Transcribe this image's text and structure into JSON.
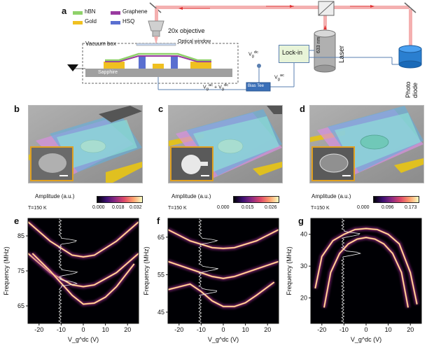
{
  "panel_labels": {
    "a": "a",
    "b": "b",
    "c": "c",
    "d": "d",
    "e": "e",
    "f": "f",
    "g": "g"
  },
  "schematic": {
    "legend": {
      "hbn": {
        "label": "hBN",
        "color": "#8fd16a"
      },
      "gold": {
        "label": "Gold",
        "color": "#f0c020"
      },
      "graphene": {
        "label": "Graphene",
        "color": "#9a3aa0"
      },
      "hsq": {
        "label": "HSQ",
        "color": "#5a6fd0"
      }
    },
    "objective": "20x objective",
    "vacuum_box": "Vacuum box",
    "optical_window": "Optical window",
    "sapphire": "Sapphire",
    "voltage_sum": "V",
    "lockin": "Lock-in",
    "laser": "Laser",
    "laser_wavelength": "633 nm",
    "photodiode": "Photo diode",
    "bias_tee": "Bias Tee",
    "vdc_label": "V",
    "vac_label": "V"
  },
  "colorbars": [
    {
      "title": "Amplitude (a.u.)",
      "ticks": [
        "0.000",
        "0.018",
        "0.032"
      ]
    },
    {
      "title": "Amplitude (a.u.)",
      "ticks": [
        "0.000",
        "0.015",
        "0.026"
      ]
    },
    {
      "title": "Amplitude (a.u.)",
      "ticks": [
        "0.000",
        "0.096",
        "0.173"
      ]
    }
  ],
  "temperature": "T=150 K",
  "chart_data": [
    {
      "type": "heatmap",
      "panel": "e",
      "xlabel": "V_g^dc (V)",
      "ylabel": "Frequency (MHz)",
      "xlim": [
        -25,
        25
      ],
      "ylim": [
        60,
        90
      ],
      "xticks": [
        "-20",
        "-10",
        "0",
        "10",
        "20"
      ],
      "yticks": [
        "65",
        "75",
        "85"
      ],
      "colorbar": [
        0.0,
        0.018,
        0.032
      ],
      "modes": [
        {
          "x": [
            -25,
            -15,
            -5,
            0,
            5,
            15,
            25
          ],
          "y": [
            89,
            83.5,
            79.5,
            79,
            79.5,
            83.5,
            89
          ]
        },
        {
          "x": [
            -25,
            -15,
            -5,
            0,
            5,
            15,
            25
          ],
          "y": [
            80,
            74.5,
            71,
            70.5,
            71,
            74.5,
            80
          ]
        },
        {
          "x": [
            -23,
            -15,
            -10,
            -5,
            0,
            5,
            10,
            15,
            23
          ],
          "y": [
            80,
            75,
            71.5,
            68,
            65.5,
            65.8,
            67.5,
            70.5,
            77
          ]
        }
      ]
    },
    {
      "type": "heatmap",
      "panel": "f",
      "xlabel": "V_g^dc (V)",
      "ylabel": "Frequency (MHz)",
      "xlim": [
        -25,
        25
      ],
      "ylim": [
        42,
        70
      ],
      "xticks": [
        "-20",
        "-10",
        "0",
        "10",
        "20"
      ],
      "yticks": [
        "45",
        "55",
        "65"
      ],
      "colorbar": [
        0.0,
        0.015,
        0.026
      ],
      "modes": [
        {
          "x": [
            -25,
            -15,
            -5,
            0,
            5,
            15,
            25
          ],
          "y": [
            67,
            64,
            62.2,
            62,
            62.2,
            64,
            67
          ]
        },
        {
          "x": [
            -25,
            -15,
            -5,
            0,
            5,
            15,
            25
          ],
          "y": [
            58.5,
            56.5,
            54.5,
            54,
            54.5,
            56.5,
            58.5
          ]
        },
        {
          "x": [
            -25,
            -15,
            -10,
            -5,
            0,
            5,
            10,
            15,
            23
          ],
          "y": [
            51,
            52.5,
            50.5,
            48,
            46.5,
            46.5,
            47.5,
            49.5,
            53
          ]
        }
      ]
    },
    {
      "type": "heatmap",
      "panel": "g",
      "xlabel": "V_g^dc (V)",
      "ylabel": "Frequency (MHz)",
      "xlim": [
        -25,
        25
      ],
      "ylim": [
        12,
        45
      ],
      "xticks": [
        "-20",
        "-10",
        "0",
        "10",
        "20"
      ],
      "yticks": [
        "20",
        "30",
        "40"
      ],
      "colorbar": [
        0.0,
        0.096,
        0.173
      ],
      "modes": [
        {
          "x": [
            -23,
            -20,
            -15,
            -10,
            -5,
            0,
            5,
            10,
            15,
            20,
            23
          ],
          "y": [
            23,
            33,
            38,
            40,
            41.5,
            41.8,
            41.5,
            40,
            37,
            28,
            18
          ]
        },
        {
          "x": [
            -19,
            -16,
            -12,
            -8,
            -4,
            0,
            4,
            8,
            12,
            16,
            19
          ],
          "y": [
            17,
            28,
            34,
            37,
            38.5,
            39,
            38.5,
            37,
            34,
            28,
            17
          ]
        }
      ]
    }
  ]
}
